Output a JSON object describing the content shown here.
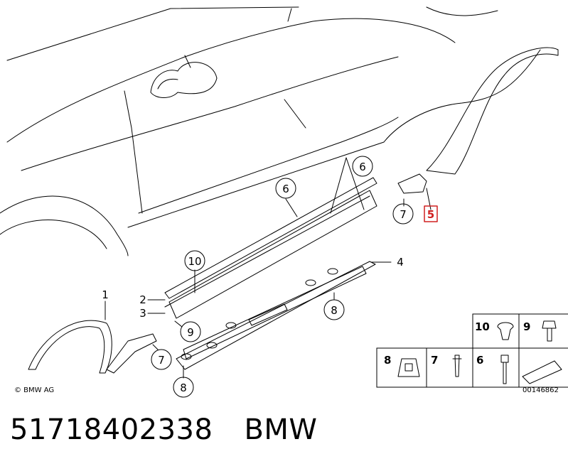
{
  "callouts": {
    "c1": "1",
    "c2": "2",
    "c3": "3",
    "c4": "4",
    "c5": "5",
    "c6a": "6",
    "c6b": "6",
    "c7a": "7",
    "c7b": "7",
    "c8a": "8",
    "c8b": "8",
    "c9": "9",
    "c10": "10"
  },
  "legend": {
    "l10": "10",
    "l9": "9",
    "l8": "8",
    "l7": "7",
    "l6": "6"
  },
  "highlight_color": "#d02020",
  "copyright": "© BMW AG",
  "diagram_code": "00146862",
  "part_number": "51718402338",
  "brand": "BMW"
}
